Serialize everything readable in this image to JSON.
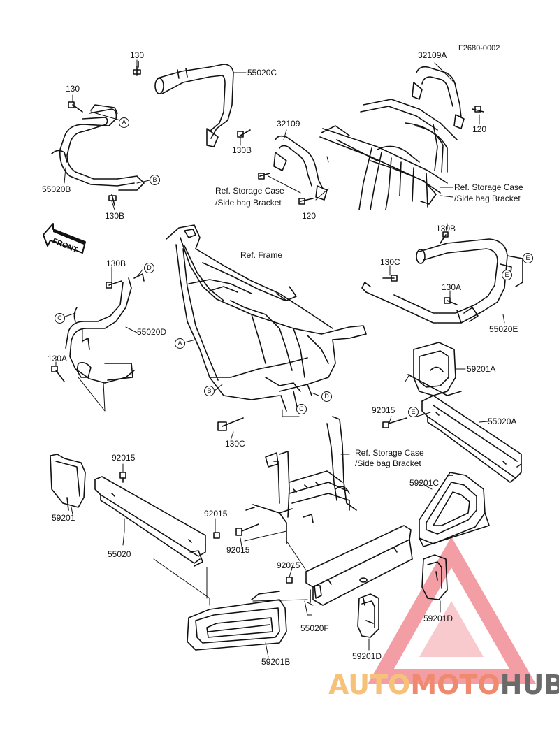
{
  "figure_code": "F2680-0002",
  "front_label": "FRONT",
  "refs": {
    "frame": "Ref. Frame",
    "storage_case_1": [
      "Ref. Storage Case",
      "/Side bag Bracket"
    ],
    "storage_case_2": [
      "Ref. Storage Case",
      "/Side bag Bracket"
    ],
    "storage_case_3": [
      "Ref. Storage Case",
      "/Side bag Bracket"
    ]
  },
  "parts": {
    "p130_top": "130",
    "p55020C": "55020C",
    "p130_left": "130",
    "p130B_mid": "130B",
    "p55020B": "55020B",
    "p130B_left": "130B",
    "p32109": "32109",
    "p32109A": "32109A",
    "p120_right": "120",
    "p120_center": "120",
    "p130B_right": "130B",
    "p130C_right": "130C",
    "p130A_right": "130A",
    "p55020E": "55020E",
    "p130B_leftmid": "130B",
    "p55020D": "55020D",
    "p130A_left": "130A",
    "p130C_center": "130C",
    "p59201A": "59201A",
    "p92015_right": "92015",
    "p55020A": "55020A",
    "p92015_left": "92015",
    "p59201": "59201",
    "p55020": "55020",
    "p92015_mid": "92015",
    "p92015_low": "92015",
    "p92015_bottom": "92015",
    "p59201C": "59201C",
    "p55020F": "55020F",
    "p59201D_wm": "59201D",
    "p59201D": "59201D",
    "p59201B": "59201B"
  },
  "callouts": {
    "A1": "A",
    "B1": "B",
    "D1": "D",
    "C1": "C",
    "A2": "A",
    "B2": "B",
    "C2": "C",
    "D2": "D",
    "E1": "E",
    "E2": "E",
    "E3": "E"
  },
  "watermark": {
    "part1": "AUTO",
    "part2": "MOTO",
    "part3": "HUB",
    "triangle_color": "#e8505b",
    "colors": {
      "auto": "#f6c27a",
      "moto": "#f08a6e",
      "hub": "#6a6a6a"
    }
  }
}
